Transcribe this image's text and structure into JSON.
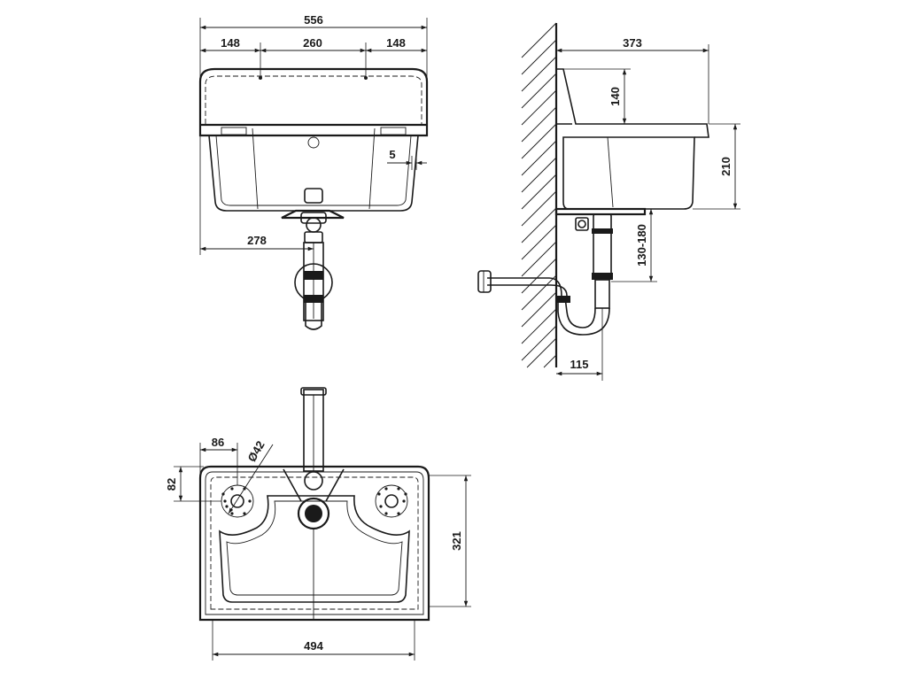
{
  "front_view": {
    "dim_total_width": "556",
    "dim_left_offset": "148",
    "dim_hole_spacing": "260",
    "dim_right_offset": "148",
    "dim_flange": "5",
    "dim_waste_center": "278"
  },
  "side_view": {
    "dim_depth": "373",
    "dim_backsplash_height": "140",
    "dim_bowl_height": "210",
    "dim_trap_drop": "130-180",
    "dim_wall_to_trap": "115"
  },
  "top_view": {
    "dim_hole_offset": "86",
    "dim_hole_diameter": "Ø42",
    "dim_hole_depth": "82",
    "dim_depth": "321",
    "dim_width": "494"
  }
}
